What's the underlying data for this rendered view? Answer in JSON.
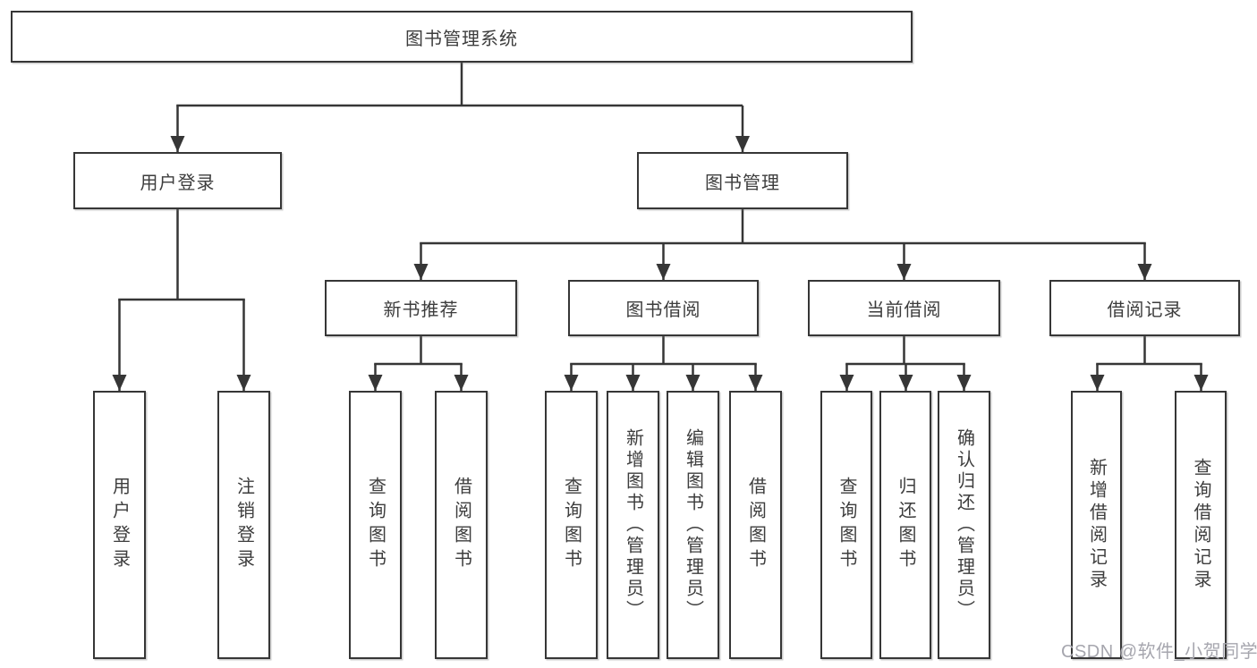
{
  "diagram_title": "图书管理系统",
  "nodes": {
    "root": "图书管理系统",
    "user_login": "用户登录",
    "book_mgmt": "图书管理",
    "new_books": "新书推荐",
    "book_borrow": "图书借阅",
    "current_borrow": "当前借阅",
    "borrow_records": "借阅记录"
  },
  "leaves": [
    {
      "label": "用户登录",
      "parent": "用户登录"
    },
    {
      "label": "注销登录",
      "parent": "用户登录"
    },
    {
      "label": "查询图书",
      "parent": "新书推荐"
    },
    {
      "label": "借阅图书",
      "parent": "新书推荐"
    },
    {
      "label": "查询图书",
      "parent": "图书借阅"
    },
    {
      "label": "新增图书（管理员）",
      "parent": "图书借阅"
    },
    {
      "label": "编辑图书（管理员）",
      "parent": "图书借阅"
    },
    {
      "label": "借阅图书",
      "parent": "图书借阅"
    },
    {
      "label": "查询图书",
      "parent": "当前借阅"
    },
    {
      "label": "归还图书",
      "parent": "当前借阅"
    },
    {
      "label": "确认归还（管理员）",
      "parent": "当前借阅"
    },
    {
      "label": "新增借阅记录",
      "parent": "借阅记录"
    },
    {
      "label": "查询借阅记录",
      "parent": "借阅记录"
    }
  ],
  "watermark": "CSDN @软件_小贺同学",
  "colors": {
    "line": "#363636",
    "box_border": "#363636",
    "text": "#3d3d3d",
    "watermark": "#a6a6ae",
    "background": "#ffffff"
  }
}
